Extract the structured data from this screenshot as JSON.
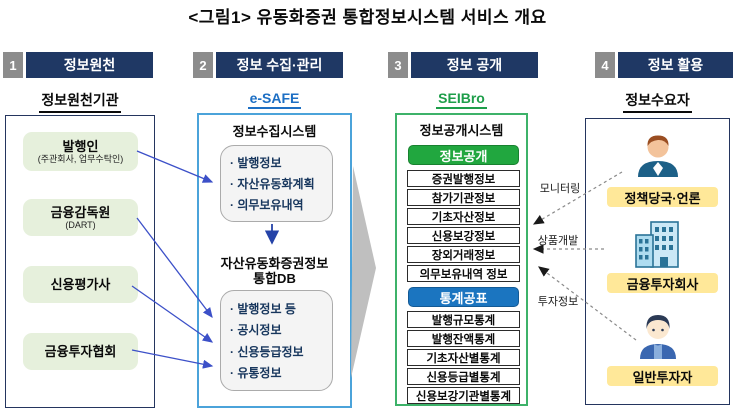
{
  "title": "<그림1> 유동화증권 통합정보시스템 서비스 개요",
  "columns": [
    {
      "number": "1",
      "header": "정보원천",
      "subheader": "정보원천기관",
      "sources": [
        {
          "name": "발행인",
          "sub": "(주관회사, 업무수탁인)"
        },
        {
          "name": "금융감독원",
          "sub": "(DART)"
        },
        {
          "name": "신용평가사",
          "sub": ""
        },
        {
          "name": "금융투자협회",
          "sub": ""
        }
      ]
    },
    {
      "number": "2",
      "header": "정보 수집·관리",
      "subheader": "e-SAFE",
      "system_title": "정보수집시스템",
      "collect_items": [
        "발행정보",
        "자산유동화계획",
        "의무보유내역"
      ],
      "db_title_line1": "자산유동화증권정보",
      "db_title_line2": "통합DB",
      "db_items": [
        "발행정보 등",
        "공시정보",
        "신용등급정보",
        "유통정보"
      ]
    },
    {
      "number": "3",
      "header": "정보 공개",
      "subheader": "SEIBro",
      "system_title": "정보공개시스템",
      "disclosure_badge": "정보공개",
      "disclosure_items": [
        "증권발행정보",
        "참가기관정보",
        "기초자산정보",
        "신용보강정보",
        "장외거래정보",
        "의무보유내역 정보"
      ],
      "stats_badge": "통계공표",
      "stats_items": [
        "발행규모통계",
        "발행잔액통계",
        "기초자산별통계",
        "신용등급별통계",
        "신용보강기관별통계"
      ]
    },
    {
      "number": "4",
      "header": "정보 활용",
      "subheader": "정보수요자",
      "consumers": [
        {
          "label": "정책당국·언론",
          "icon": "official-person-icon"
        },
        {
          "label": "금융투자회사",
          "icon": "building-icon"
        },
        {
          "label": "일반투자자",
          "icon": "investor-person-icon"
        }
      ]
    }
  ],
  "flow_labels": {
    "monitoring": "모니터링",
    "product_dev": "상품개발",
    "investment_info": "투자정보"
  },
  "colors": {
    "header_navy": "#1F3864",
    "badge_gray": "#8C8C8C",
    "esafe_blue": "#1D6FC4",
    "seibro_green": "#1E9E4A",
    "disclosure_green": "#21A73F",
    "stats_blue": "#1B75C0",
    "source_green_bg": "#E6F0DC",
    "label_yellow": "#FFE899",
    "arrow_blue": "#3C50C8",
    "triangle_gray": "#BFBFBF"
  }
}
